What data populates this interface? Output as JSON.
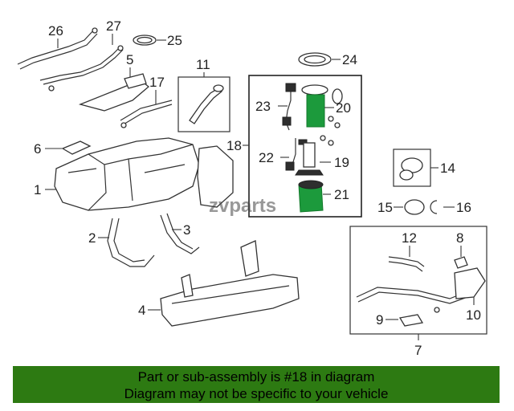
{
  "callouts": {
    "c1": "1",
    "c2": "2",
    "c3": "3",
    "c4": "4",
    "c5": "5",
    "c6": "6",
    "c7": "7",
    "c8": "8",
    "c9": "9",
    "c10": "10",
    "c11": "11",
    "c12": "12",
    "c14": "14",
    "c15": "15",
    "c16": "16",
    "c17": "17",
    "c18": "18",
    "c19": "19",
    "c20": "20",
    "c21": "21",
    "c22": "22",
    "c23": "23",
    "c24": "24",
    "c25": "25",
    "c26": "26",
    "c27": "27"
  },
  "watermark": "zvparts",
  "footer": {
    "line1": "Part or sub-assembly is #18 in diagram",
    "line2": "Diagram may not be specific to your vehicle"
  },
  "colors": {
    "footer_bg": "#2d7a12",
    "highlight": "#1c9a3c"
  }
}
